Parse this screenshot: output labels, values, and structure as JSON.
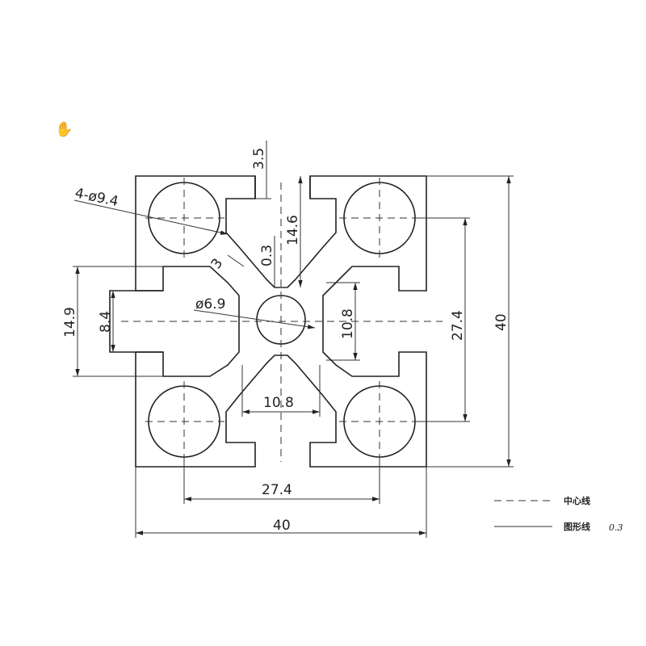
{
  "dimensions": {
    "slot_depth": "3.5",
    "hole_callout": "4-ø9.4",
    "inner_slot_height": "14.6",
    "gap": "0.3",
    "chamfer": "3",
    "slot_opening": "14.9",
    "slot_neck": "8.4",
    "center_hole": "ø6.9",
    "core_width_vertical": "10.8",
    "hole_spacing_vertical": "27.4",
    "overall_height": "40",
    "core_width_horizontal": "10.8",
    "hole_spacing_horizontal": "27.4",
    "overall_width": "40"
  },
  "legend": {
    "centerline_label": "中心线",
    "outline_label": "图形线",
    "outline_value": "0.3"
  },
  "icons": {
    "cursor": "hand-cursor-icon"
  }
}
